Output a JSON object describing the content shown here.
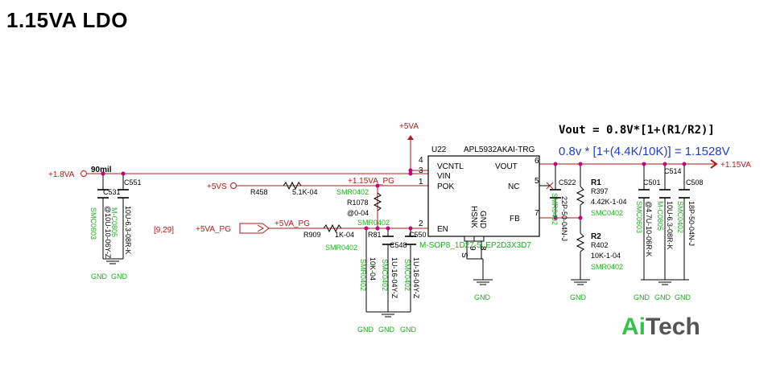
{
  "title": "1.15VA LDO",
  "equation": {
    "line1": "Vout = 0.8V*[1+(R1/R2)]",
    "line2": "0.8v * [1+(4.4K/10K)]  = 1.1528V"
  },
  "logo": {
    "ai": "Ai",
    "tech": "Tech",
    "ai_color": "#3bbf4c",
    "tech_color": "#555555"
  },
  "nets": {
    "v18": "+1.8VA",
    "v5": "+5VA",
    "v5s": "+5VS",
    "v115pg": "+1.15VA_PG",
    "v5pg_in": "+5VA_PG",
    "v5pg": "+5VA_PG",
    "v115": "+1.15VA",
    "ref": "[9,29]",
    "width": "90mil"
  },
  "ic": {
    "ref": "U22",
    "part": "APL5932AKAI-TRG",
    "footprint": "M-SOP8_1D27-5_EP2D3X3D7",
    "pins_left": [
      "VCNTL",
      "VIN",
      "POK",
      "EN"
    ],
    "pins_right": [
      "VOUT",
      "NC",
      "FB"
    ],
    "pin_bottom_a": "HSNK",
    "pin_bottom_b": "GND",
    "num": {
      "p4": "4",
      "p3": "3",
      "p1": "1",
      "p2": "2",
      "p6": "6",
      "p5": "5",
      "p7": "7",
      "p9": "9",
      "p8": "8",
      "s": "S"
    }
  },
  "parts": {
    "c531": {
      "ref": "C531",
      "val": "@10U-10-06Y-Z",
      "pkg": "SMC0603"
    },
    "c551": {
      "ref": "C551",
      "val": "10U-6.3-08R-K",
      "pkg": "M-C0805"
    },
    "r458": {
      "ref": "R458",
      "val": "5.1K-04",
      "pkg": "SMR0402"
    },
    "r1078": {
      "ref": "R1078",
      "val": "@0-04",
      "pkg": "SMR0402"
    },
    "r909": {
      "ref": "R909",
      "val": "1K-04",
      "pkg": "SMR0402"
    },
    "r81": {
      "ref": "R81",
      "val": "10K-04",
      "pkg": "SMR0402"
    },
    "c548": {
      "ref": "C548",
      "val": "1U-16-04Y-Z",
      "pkg": "SMC0402"
    },
    "c550": {
      "ref": "C550",
      "val": "1U-16-04Y-Z",
      "pkg": "SMC0402"
    },
    "c522": {
      "ref": "C522",
      "val": "22P-50-04N-J",
      "pkg": "SMR0402"
    },
    "r397": {
      "ref": "R1",
      "ref2": "R397",
      "val": "4.42K-1-04",
      "pkg": "SMC0402"
    },
    "r402": {
      "ref": "R2",
      "ref2": "R402",
      "val": "10K-1-04",
      "pkg": "SMR0402"
    },
    "c501": {
      "ref": "C501",
      "val": "@4.7U-10-06R-K",
      "pkg": "SMC0603"
    },
    "c514": {
      "ref": "C514",
      "val": "10U-6.3-08R-K",
      "pkg": "M-C0805"
    },
    "c508": {
      "ref": "C508",
      "val": "18P-50-04N-J",
      "pkg": "SMC0402"
    }
  },
  "gnd": "GND"
}
